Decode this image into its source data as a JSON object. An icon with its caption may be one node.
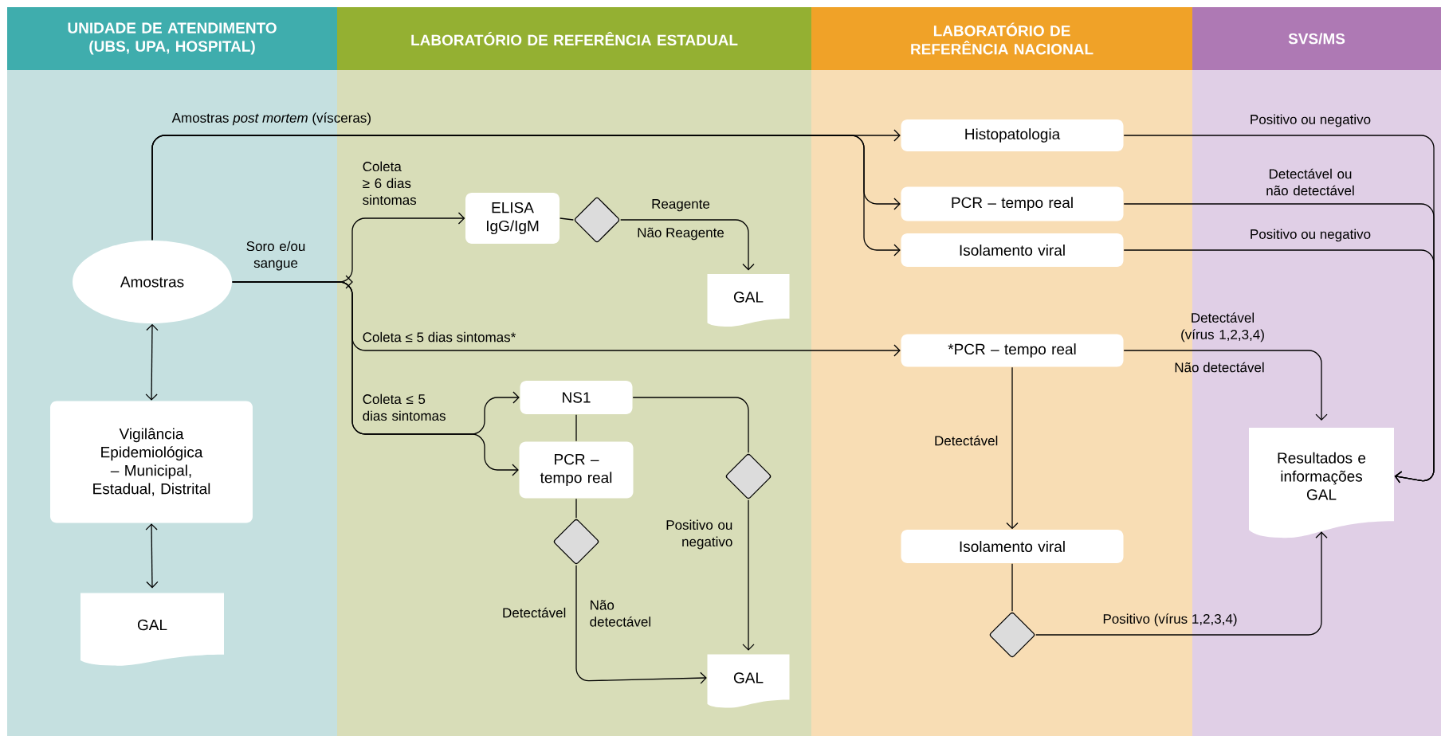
{
  "diagram": {
    "nodes": [
      {
        "text": [
          "UNIDADE DE ATENDIMENTO (UBS, UPA, HOSPITAL)"
        ]
      },
      {
        "text": [
          "LABORATÓRIO DE REFERÊNCIA ESTADUAL"
        ]
      },
      {
        "text": [
          "LABORATÓRIO DE REFERÊNCIA NACIONAL"
        ]
      },
      {
        "text": [
          "SVS/MS"
        ]
      },
      {
        "text": [
          "Amostras"
        ],
        "in": 0
      },
      {
        "text": [
          "Vigilância Epidemiológica – Municipal, Estadual, Distrital"
        ],
        "in": 0
      },
      {
        "text": [
          "GAL"
        ],
        "in": 0
      },
      {
        "text": [
          "ELISA IgG/IgM"
        ],
        "in": 1
      },
      {
        "text": [],
        "shape": "diamond",
        "in": 1
      },
      {
        "text": [
          "GAL"
        ],
        "in": 1
      },
      {
        "text": [
          "NS1"
        ],
        "in": 1
      },
      {
        "text": [
          "PCR – tempo real"
        ],
        "in": 1
      },
      {
        "text": [],
        "shape": "diamond",
        "in": 1
      },
      {
        "text": [],
        "shape": "diamond",
        "in": 1
      },
      {
        "text": [
          "GAL"
        ],
        "in": 1
      },
      {
        "text": [
          "Histopatologia"
        ],
        "in": 2
      },
      {
        "text": [
          "PCR – tempo real"
        ],
        "in": 2
      },
      {
        "text": [
          "Isolamento viral"
        ],
        "in": 2
      },
      {
        "text": [
          "*PCR – tempo real"
        ],
        "in": 2
      },
      {
        "text": [
          "Isolamento viral"
        ],
        "in": 2
      },
      {
        "text": [],
        "shape": "diamond",
        "in": 2
      },
      {
        "text": [
          "Resultados e informações GAL"
        ],
        "in": 3
      }
    ],
    "edges": [
      {
        "from": 4,
        "to": 5,
        "arrow": "both"
      },
      {
        "from": 5,
        "to": 6,
        "arrow": "both"
      },
      {
        "from": 4,
        "to": 15,
        "arrow": "to",
        "label": "Amostras *post mortem* (vísceras)"
      },
      {
        "from": 4,
        "to": 16,
        "arrow": "to"
      },
      {
        "from": 4,
        "to": 17,
        "arrow": "to"
      },
      {
        "from": 4,
        "to": 7,
        "arrow": "to",
        "label": "Coleta ≥ 6 dias sintomas"
      },
      {
        "from": 4,
        "to": 18,
        "arrow": "to",
        "label": "Coleta ≤ 5 dias sintomas*"
      },
      {
        "from": 4,
        "to": 10,
        "arrow": "to",
        "label": "Coleta ≤ 5 dias sintomas"
      },
      {
        "from": 4,
        "to": 11,
        "arrow": "to"
      },
      {
        "from": 7,
        "to": 8,
        "arrow": "none"
      },
      {
        "from": 8,
        "to": 9,
        "arrow": "to",
        "label": "Reagente"
      },
      {
        "from": 10,
        "to": 11,
        "arrow": "none"
      },
      {
        "from": 10,
        "to": 13,
        "arrow": "none"
      },
      {
        "from": 11,
        "to": 12,
        "arrow": "none"
      },
      {
        "from": 12,
        "to": 14,
        "arrow": "to",
        "label": "Detectável"
      },
      {
        "from": 13,
        "to": 14,
        "arrow": "to",
        "label": "Positivo ou negativo"
      },
      {
        "from": 15,
        "to": 21,
        "arrow": "to",
        "label": "Positivo ou negativo"
      },
      {
        "from": 16,
        "to": 21,
        "arrow": "to",
        "label": "Detectável ou não detectável"
      },
      {
        "from": 17,
        "to": 21,
        "arrow": "to",
        "label": "Positivo ou negativo"
      },
      {
        "from": 18,
        "to": 21,
        "arrow": "to",
        "label": "Detectável (vírus 1,2,3,4)"
      },
      {
        "from": 18,
        "to": 19,
        "arrow": "to",
        "label": "Detectável"
      },
      {
        "from": 19,
        "to": 20,
        "arrow": "none"
      },
      {
        "from": 20,
        "to": 21,
        "arrow": "to",
        "label": "Positivo (vírus 1,2,3,4)"
      }
    ],
    "labels": [
      "Não Reagente",
      "Soro e/ou sangue",
      "Não detectável",
      "Não detectável"
    ]
  }
}
